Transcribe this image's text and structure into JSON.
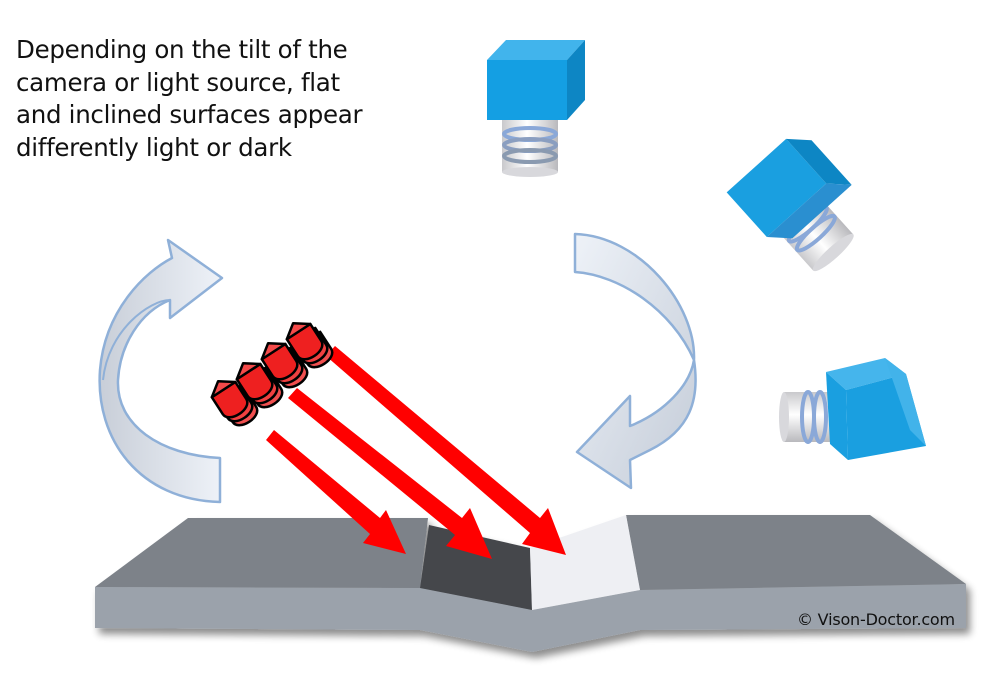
{
  "caption": {
    "lines": [
      "Depending on the tilt of the",
      "camera or light source, flat",
      "and inclined surfaces appear",
      "differently light or dark"
    ]
  },
  "copyright": "© Vison-Doctor.com",
  "elements": {
    "cameras": [
      {
        "name": "camera-top",
        "orientation": "vertical"
      },
      {
        "name": "camera-middle",
        "orientation": "tilted"
      },
      {
        "name": "camera-bottom",
        "orientation": "horizontal"
      }
    ],
    "light_source": {
      "name": "red-led-array",
      "led_count": 4
    },
    "light_rays": 3,
    "rotation_arrows": [
      "clockwise-left",
      "clockwise-right"
    ],
    "surface_patches": [
      {
        "name": "dark-inclined-patch",
        "appearance": "dark"
      },
      {
        "name": "light-inclined-patch",
        "appearance": "light"
      }
    ]
  },
  "colors": {
    "camera_body": "#1a9fe0",
    "ray": "#ff0000",
    "led": "#ef2a2a",
    "surface_top": "#7d8289",
    "surface_front": "#9ba2ab",
    "dark_patch": "#44474c",
    "light_patch": "#eeeff3",
    "rotation_arrow_stroke": "#8fb0d8"
  }
}
